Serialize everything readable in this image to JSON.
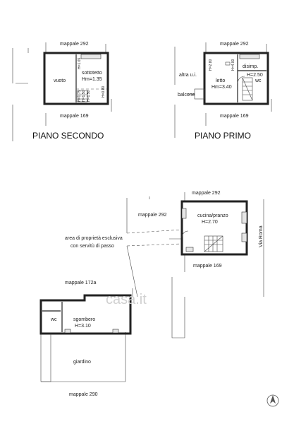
{
  "plans": {
    "second_floor": {
      "title": "PIANO SECONDO",
      "top_parcel": "mappale 292",
      "bottom_parcel": "mappale 169",
      "room_void": "vuoto",
      "room_attic": "sottotetto",
      "height_avg": "Hm=1.35",
      "dim_a": "H=1.65",
      "dim_b": "H=0.80",
      "dim_c": "H=1.75",
      "dim_d": "H=1.50",
      "dim_e": "H=1.50"
    },
    "first_floor": {
      "title": "PIANO PRIMO",
      "top_parcel": "mappale 292",
      "bottom_parcel": "mappale 169",
      "other_unit": "altra u.i.",
      "balcony": "balcone",
      "bedroom": "letto",
      "bedroom_height": "Hm=3.40",
      "landing": "disimp.",
      "height": "H=2.50",
      "wc": "wc",
      "dim_a": "H=2.80",
      "dim_b": "H=4.00"
    },
    "ground_floor": {
      "top_parcel": "mappale 292",
      "left_parcel": "mappale 292",
      "bottom_parcel": "mappale 169",
      "kitchen": "cucina/pranzo",
      "kitchen_height": "H=2.70",
      "street": "Via Roma",
      "area_line1": "area di proprietà esclusiva",
      "area_line2": "con servitù di passo"
    },
    "annex": {
      "top_parcel": "mappale 172a",
      "bottom_parcel": "mappale 290",
      "wc": "wc",
      "storage": "sgombero",
      "storage_height": "H=3.10",
      "garden": "giardino"
    }
  },
  "watermark": "casa.it"
}
